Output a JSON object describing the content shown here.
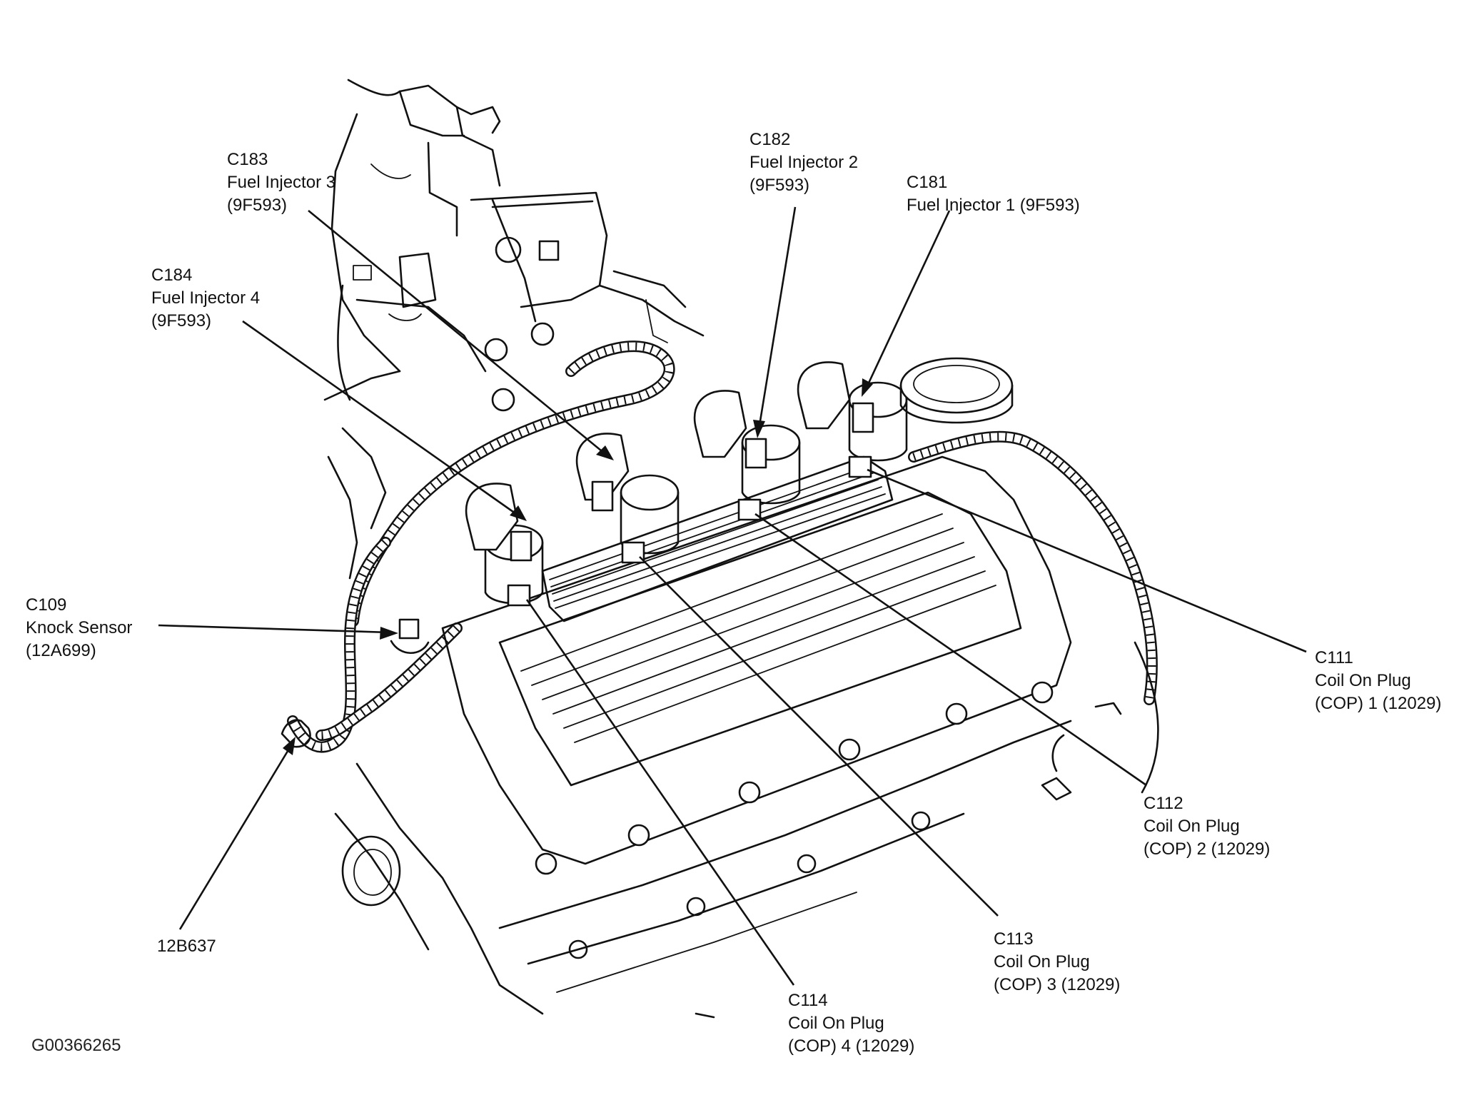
{
  "callouts": {
    "c183": {
      "code": "C183",
      "name": "Fuel Injector 3",
      "part": "(9F593)"
    },
    "c182": {
      "code": "C182",
      "name": "Fuel Injector 2",
      "part": "(9F593)"
    },
    "c181": {
      "code": "C181",
      "name": "Fuel Injector 1 (9F593)"
    },
    "c184": {
      "code": "C184",
      "name": "Fuel Injector 4",
      "part": "(9F593)"
    },
    "c109": {
      "code": "C109",
      "name": "Knock Sensor",
      "part": "(12A699)"
    },
    "c111": {
      "code": "C111",
      "name": "Coil On Plug",
      "part": "(COP) 1 (12029)"
    },
    "c112": {
      "code": "C112",
      "name": "Coil On Plug",
      "part": "(COP) 2 (12029)"
    },
    "c113": {
      "code": "C113",
      "name": "Coil On Plug",
      "part": "(COP) 3 (12029)"
    },
    "c114": {
      "code": "C114",
      "name": "Coil On Plug",
      "part": "(COP) 4 (12029)"
    },
    "harness": {
      "code": "12B637"
    }
  },
  "figure_id": "G00366265",
  "colors": {
    "ink": "#111111",
    "paper": "#ffffff"
  }
}
